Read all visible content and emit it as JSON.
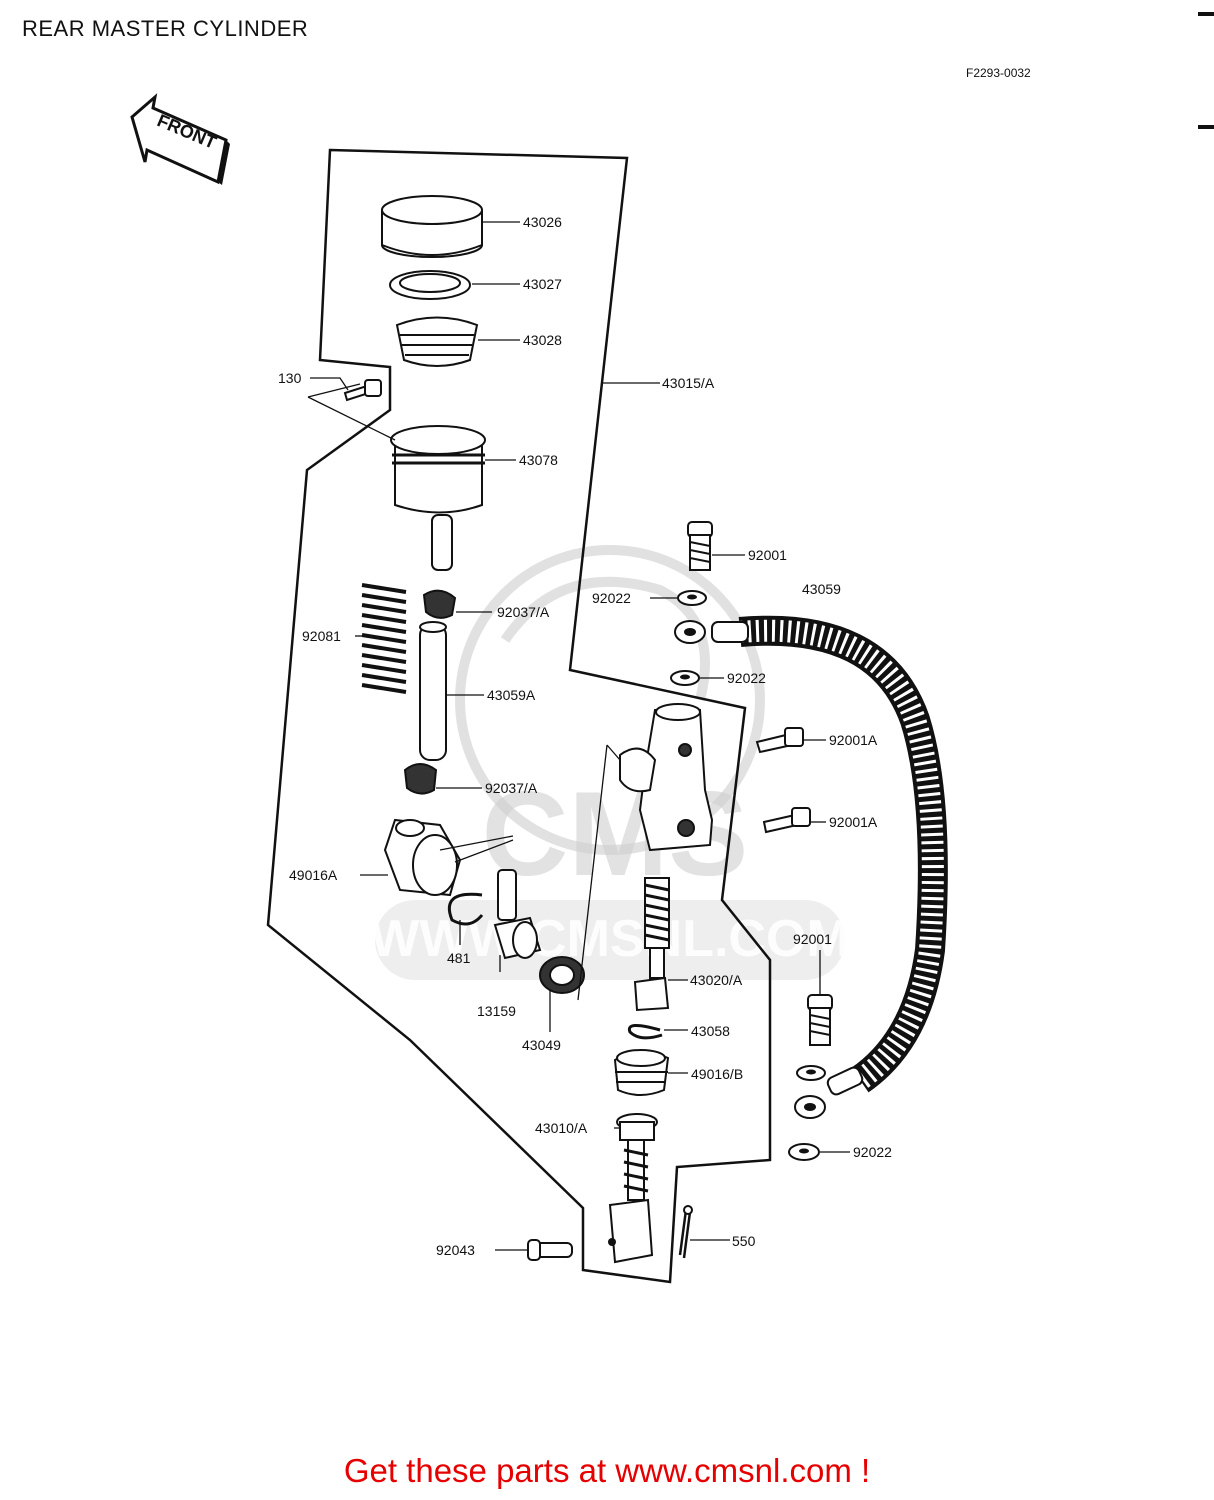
{
  "title": "REAR MASTER CYLINDER",
  "figure_code": "F2293-0032",
  "front_label": "FRONT",
  "watermark": {
    "logo_text": "CMS",
    "url_text": "WWW.CMSNL.COM"
  },
  "cta": "Get these parts at www.cmsnl.com !",
  "parts": {
    "p43026": "43026",
    "p43027": "43027",
    "p43028": "43028",
    "p43015A": "43015/A",
    "p130": "130",
    "p43078": "43078",
    "p92001_top": "92001",
    "p43059": "43059",
    "p92022_top": "92022",
    "p92037A_top": "92037/A",
    "p92081": "92081",
    "p92022_mid": "92022",
    "p43059A": "43059A",
    "p92001A_top": "92001A",
    "p92037A_bot": "92037/A",
    "p92001A_bot": "92001A",
    "p49016A": "49016A",
    "p92001_right": "92001",
    "p481": "481",
    "p43020A": "43020/A",
    "p13159": "13159",
    "p43058": "43058",
    "p43049": "43049",
    "p49016B": "49016/B",
    "p43010A": "43010/A",
    "p92022_bot": "92022",
    "p92043": "92043",
    "p550": "550"
  }
}
